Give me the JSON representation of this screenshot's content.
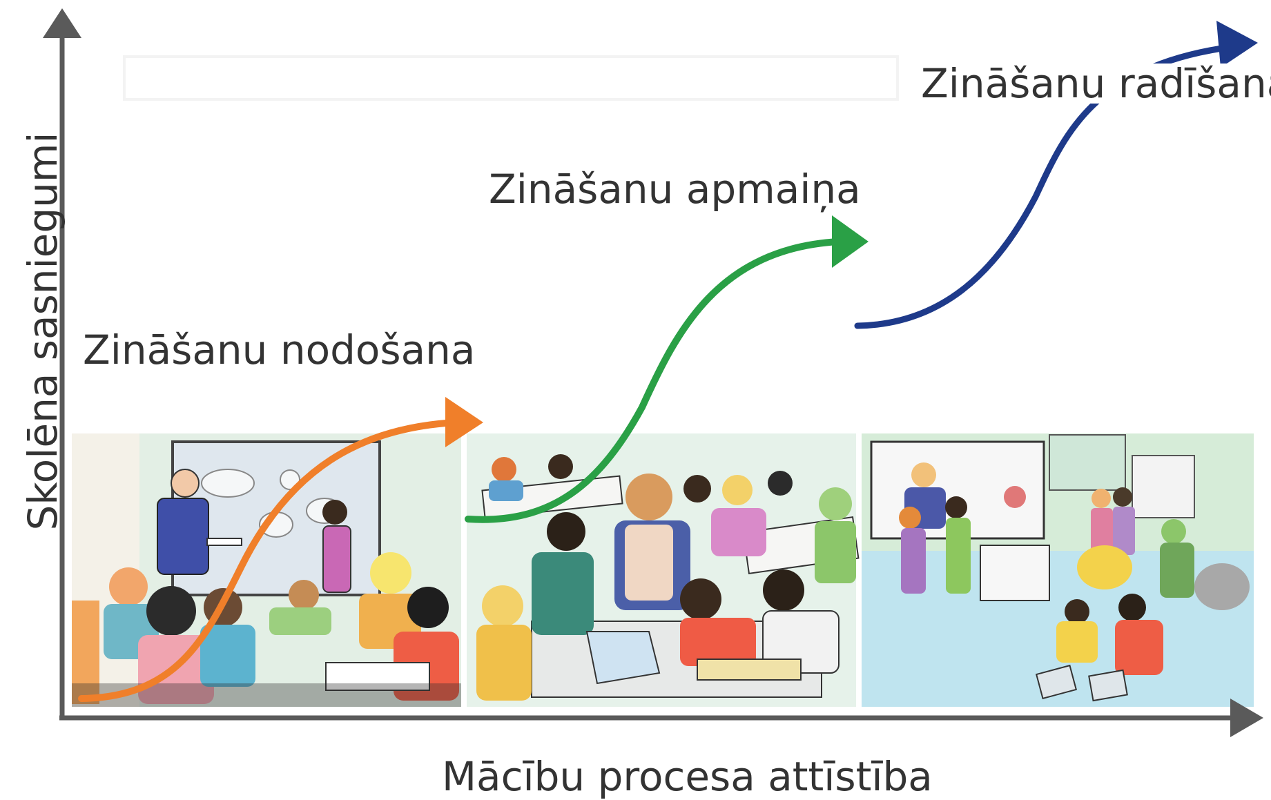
{
  "diagram": {
    "y_axis_label": "Skolēna sasniegumi",
    "x_axis_label": "Mācību procesa attīstība",
    "stages": [
      {
        "label": "Zināšanu nodošana",
        "arrow_color": "#F07F2A"
      },
      {
        "label": "Zināšanu apmaiņa",
        "arrow_color": "#2AA046"
      },
      {
        "label": "Zināšanu radīšana",
        "arrow_color": "#1E3A8A"
      }
    ],
    "axis_color": "#5a5a5a",
    "panels": [
      {
        "scene": "classroom-lecture-illustration",
        "bg": "#e3f0e6"
      },
      {
        "scene": "group-collaboration-illustration",
        "bg": "#e6f2ea"
      },
      {
        "scene": "open-learning-space-illustration",
        "bg": "#bfe3ee"
      }
    ]
  }
}
